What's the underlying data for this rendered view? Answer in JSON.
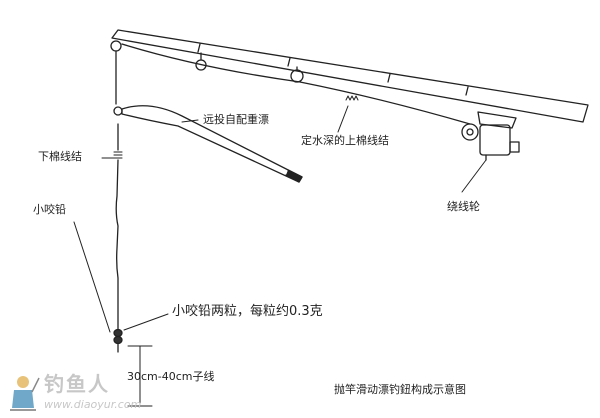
{
  "labels": {
    "float": "远投自配重漂",
    "lower_knot": "下棉线结",
    "upper_knot": "定水深的上棉线结",
    "small_sinker": "小咬铅",
    "reel": "绕线轮",
    "sinker_note": "小咬铅两粒，每粒约0.3克",
    "hook_line": "30cm-40cm子线",
    "caption": "抛竿滑动漂钓鈕构成示意图"
  },
  "watermark": {
    "title": "钓鱼人",
    "url": "www.diaoyur.com"
  }
}
